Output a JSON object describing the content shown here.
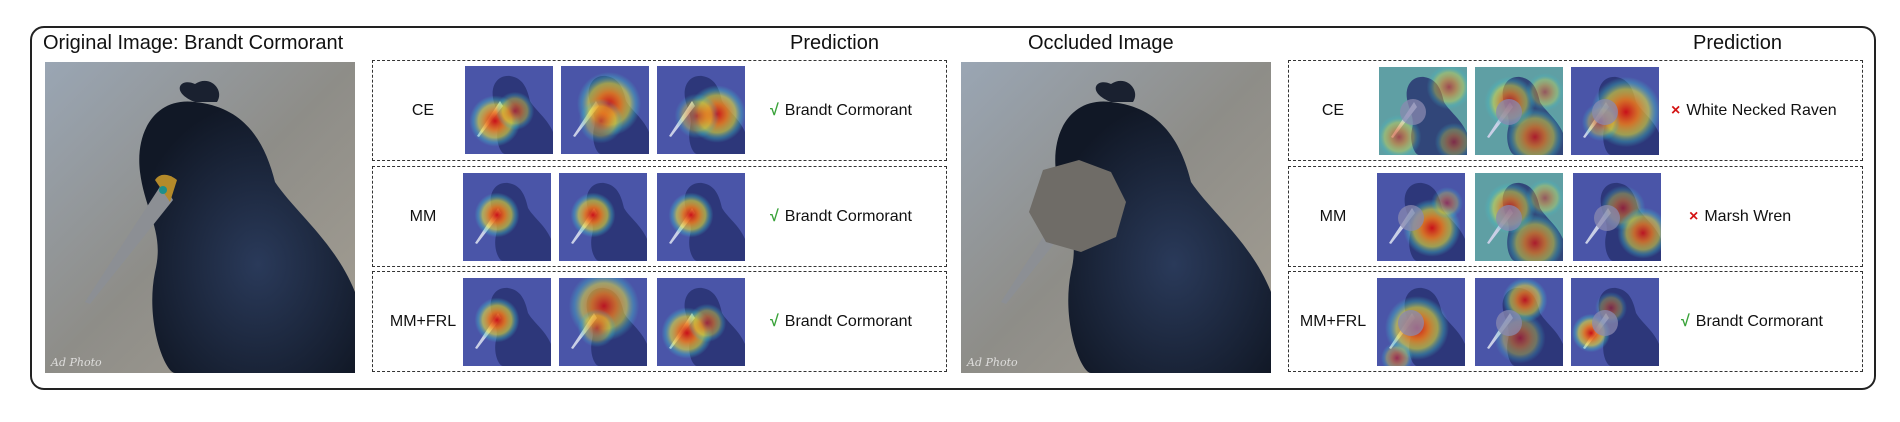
{
  "original_title": "Original Image: Brandt Cormorant",
  "prediction_header_left": "Prediction",
  "occluded_title": "Occluded Image",
  "prediction_header_right": "Prediction",
  "watermark": "Ad Photo",
  "left_rows": [
    {
      "label": "CE",
      "prediction": "Brandt Cormorant",
      "correct": true,
      "mark": "√"
    },
    {
      "label": "MM",
      "prediction": "Brandt Cormorant",
      "correct": true,
      "mark": "√"
    },
    {
      "label": "MM+FRL",
      "prediction": "Brandt Cormorant",
      "correct": true,
      "mark": "√"
    }
  ],
  "right_rows": [
    {
      "label": "CE",
      "prediction": "White Necked Raven",
      "correct": false,
      "mark": "×"
    },
    {
      "label": "MM",
      "prediction": "Marsh Wren",
      "correct": false,
      "mark": "×"
    },
    {
      "label": "MM+FRL",
      "prediction": "Brandt Cormorant",
      "correct": true,
      "mark": "√"
    }
  ],
  "colors": {
    "correct": "#3aa33a",
    "wrong": "#d41414",
    "frame": "#222222"
  }
}
